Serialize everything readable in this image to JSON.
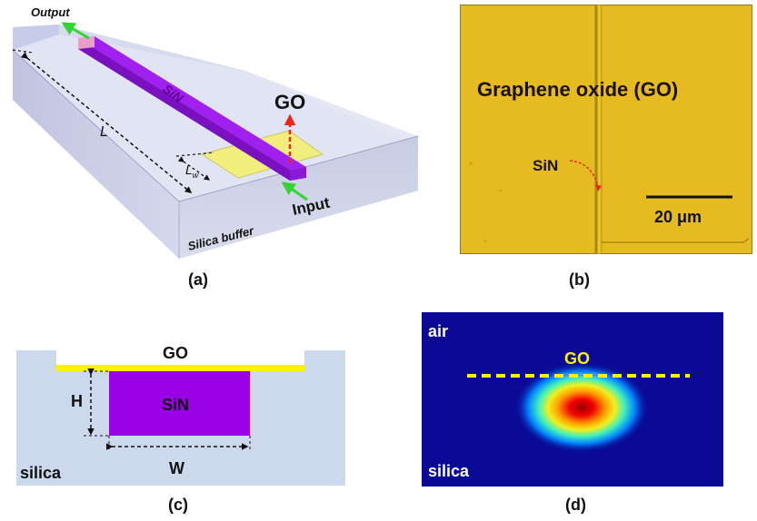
{
  "panel_a": {
    "caption": "(a)",
    "output_label": "Output",
    "waveguide_label": "SiN",
    "go_label": "GO",
    "length_label": "L",
    "coating_length_label": "L",
    "coating_length_subscript": "w",
    "input_label": "Input",
    "substrate_label": "Silica buffer"
  },
  "panel_b": {
    "caption": "(b)",
    "title": "Graphene oxide (GO)",
    "pointer_label": "SiN",
    "scale_label": "20 μm",
    "film_color": "#E6BA21"
  },
  "panel_c": {
    "caption": "(c)",
    "go_label": "GO",
    "core_label": "SiN",
    "height_label": "H",
    "width_label": "W",
    "substrate_label": "silica"
  },
  "panel_d": {
    "caption": "(d)",
    "air_label": "air",
    "go_label": "GO",
    "substrate_label": "silica"
  },
  "colors": {
    "sin_purple": "#9A00E6",
    "go_yellow": "#FFF200",
    "silica_blue": "#CCD8EB",
    "field_background": "#0A0A96"
  }
}
